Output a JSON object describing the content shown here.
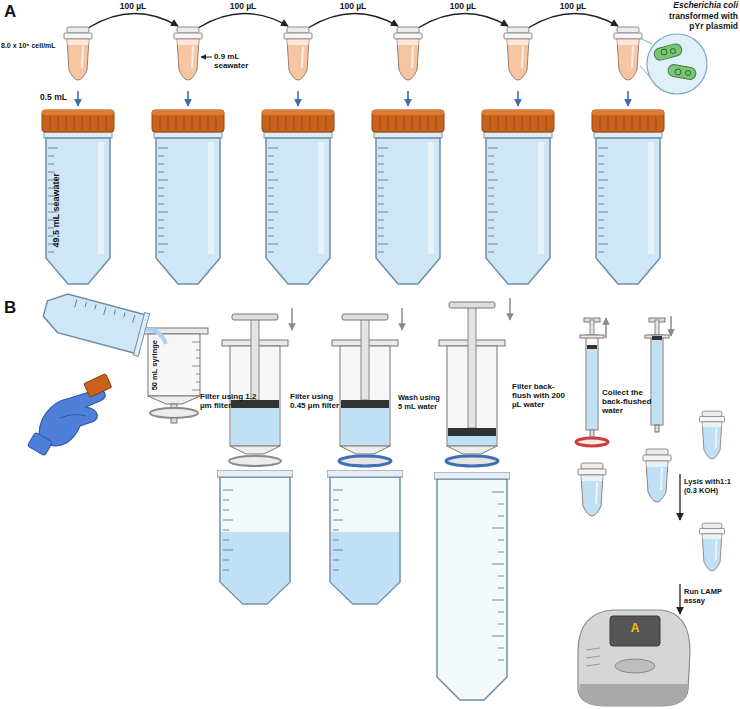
{
  "diagram": {
    "nodes": [
      {
        "text": [
          "49.5 mL seawater"
        ]
      },
      {
        "text": [
          "50 mL syringe"
        ]
      }
    ],
    "labels": [
      "A",
      "100 µL",
      "100 µL",
      "100 µL",
      "100 µL",
      "100 µL",
      "Escherichia coli",
      "transformed with pYr plasmid",
      "8.0 x 10⁶ cell/mL",
      "0.9 mL seawater",
      "0.5 mL",
      "B",
      "Filter using 1.2 µm filter",
      "Filter using 0.45 µm filter",
      "Wash using 5 mL water",
      "Filter back-flush with 200 µL water",
      "Collect the back-flushed water",
      "Lysis with1:1 (0.3 KOH)",
      "Run LAMP assay",
      "A"
    ]
  }
}
